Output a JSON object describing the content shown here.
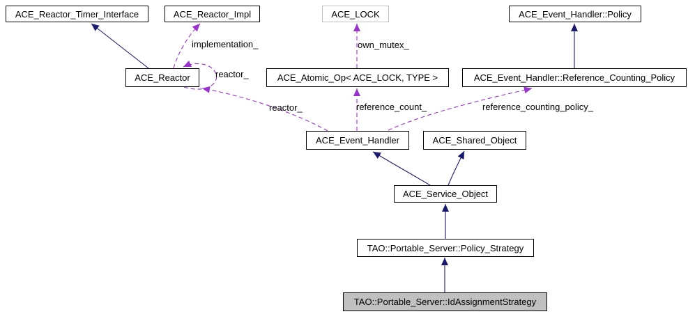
{
  "diagram": {
    "type": "doxygen-collaboration-graph",
    "focus_class": "TAO::Portable_Server::IdAssignmentStrategy",
    "nodes": {
      "reactor_timer_interface": {
        "label": "ACE_Reactor_Timer_Interface"
      },
      "reactor_impl": {
        "label": "ACE_Reactor_Impl"
      },
      "ace_lock": {
        "label": "ACE_LOCK"
      },
      "event_handler_policy": {
        "label": "ACE_Event_Handler::Policy"
      },
      "reactor": {
        "label": "ACE_Reactor"
      },
      "atomic_op": {
        "label": "ACE_Atomic_Op< ACE_LOCK, TYPE >"
      },
      "reference_counting_policy": {
        "label": "ACE_Event_Handler::Reference_Counting_Policy"
      },
      "event_handler": {
        "label": "ACE_Event_Handler"
      },
      "shared_object": {
        "label": "ACE_Shared_Object"
      },
      "service_object": {
        "label": "ACE_Service_Object"
      },
      "policy_strategy": {
        "label": "TAO::Portable_Server::Policy_Strategy"
      },
      "id_assignment_strategy": {
        "label": "TAO::Portable_Server::IdAssignmentStrategy"
      }
    },
    "edge_labels": {
      "implementation": "implementation_",
      "own_mutex": "own_mutex_",
      "reactor_self": "reactor_",
      "reactor_member": "reactor_",
      "reference_count": "reference_count_",
      "reference_counting_policy": "reference_counting_policy_"
    },
    "edges": [
      {
        "from": "ACE_Reactor",
        "to": "ACE_Reactor_Timer_Interface",
        "type": "inheritance"
      },
      {
        "from": "ACE_Event_Handler::Reference_Counting_Policy",
        "to": "ACE_Event_Handler::Policy",
        "type": "inheritance"
      },
      {
        "from": "ACE_Service_Object",
        "to": "ACE_Event_Handler",
        "type": "inheritance"
      },
      {
        "from": "ACE_Service_Object",
        "to": "ACE_Shared_Object",
        "type": "inheritance"
      },
      {
        "from": "TAO::Portable_Server::Policy_Strategy",
        "to": "ACE_Service_Object",
        "type": "inheritance"
      },
      {
        "from": "TAO::Portable_Server::IdAssignmentStrategy",
        "to": "TAO::Portable_Server::Policy_Strategy",
        "type": "inheritance"
      },
      {
        "from": "ACE_Reactor",
        "to": "ACE_Reactor_Impl",
        "type": "usage",
        "label": "implementation_"
      },
      {
        "from": "ACE_Reactor",
        "to": "ACE_Reactor",
        "type": "usage",
        "label": "reactor_"
      },
      {
        "from": "ACE_Atomic_Op< ACE_LOCK, TYPE >",
        "to": "ACE_LOCK",
        "type": "usage",
        "label": "own_mutex_"
      },
      {
        "from": "ACE_Event_Handler",
        "to": "ACE_Reactor",
        "type": "usage",
        "label": "reactor_"
      },
      {
        "from": "ACE_Event_Handler",
        "to": "ACE_Atomic_Op< ACE_LOCK, TYPE >",
        "type": "usage",
        "label": "reference_count_"
      },
      {
        "from": "ACE_Event_Handler",
        "to": "ACE_Event_Handler::Reference_Counting_Policy",
        "type": "usage",
        "label": "reference_counting_policy_"
      }
    ],
    "colors": {
      "inheritance": "#191970",
      "usage": "#9a32cd",
      "node_border": "#000000",
      "template_node_border": "#c0c0c0",
      "focus_node_fill": "#c0c0c0",
      "background": "#ffffff",
      "text": "#000000"
    }
  }
}
